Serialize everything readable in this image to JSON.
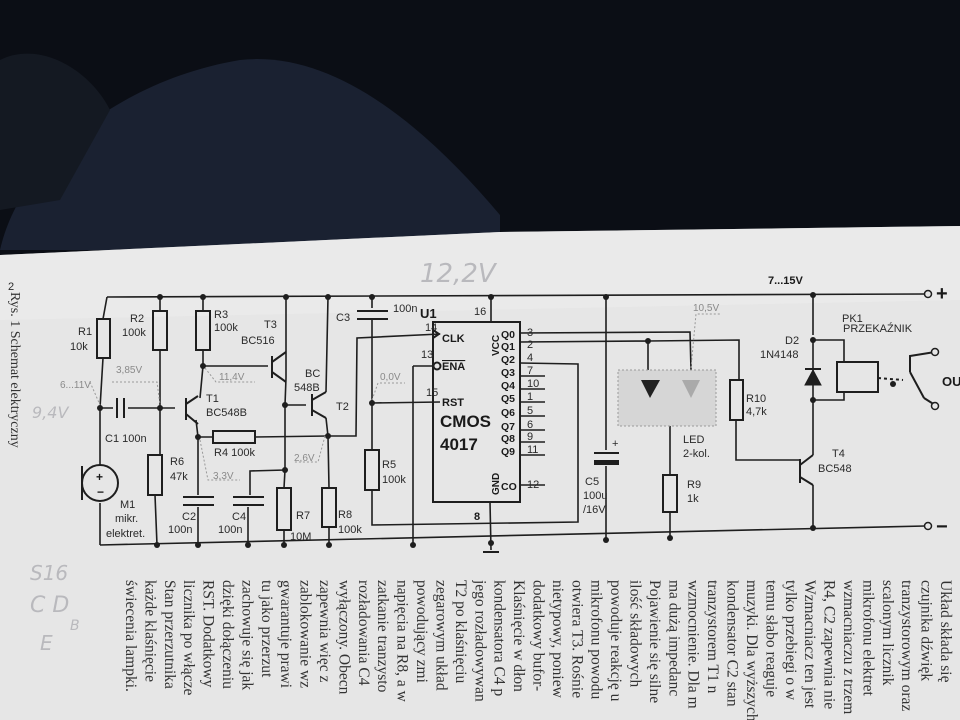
{
  "caption": "Rys. 1 Schemat elektryczny",
  "page_number": "2",
  "handwritten": {
    "supply_note": "12,2V",
    "mic_note": "9,4V",
    "margin_1": "S16",
    "margin_2": "C D",
    "margin_3": "B",
    "margin_4": "E"
  },
  "supply": {
    "label": "7...15V",
    "plus": "+",
    "minus": "−"
  },
  "components": {
    "R1": [
      "R1",
      "10k"
    ],
    "R2": [
      "R2",
      "100k"
    ],
    "R3": [
      "R3",
      "100k"
    ],
    "R4": "R4 100k",
    "R5": [
      "R5",
      "100k"
    ],
    "R6": [
      "R6",
      "47k"
    ],
    "R7": [
      "R7",
      "10M"
    ],
    "R8": [
      "R8",
      "100k"
    ],
    "R9": [
      "R9",
      "1k"
    ],
    "R10": [
      "R10",
      "4,7k"
    ],
    "C1": "C1 100n",
    "C2": [
      "C2",
      "100n"
    ],
    "C3": [
      "C3",
      "100n"
    ],
    "C4": [
      "C4",
      "100n"
    ],
    "C5": [
      "C5",
      "100u",
      "/16V"
    ],
    "T1": [
      "T1",
      "BC548B"
    ],
    "T2": [
      "BC",
      "548B",
      "T2"
    ],
    "T3": [
      "T3",
      "BC516"
    ],
    "T4": [
      "T4",
      "BC548"
    ],
    "D2": [
      "D2",
      "1N4148"
    ],
    "M1": [
      "M1",
      "mikr.",
      "elektret."
    ],
    "LED": [
      "LED",
      "2-kol."
    ],
    "PK1": [
      "PK1",
      "PRZEKAŹNIK"
    ],
    "out": "OU"
  },
  "voltages": {
    "v1": "6...11V",
    "v2": "3,85V",
    "v3": "11,4V",
    "v4": "0,0V",
    "v5": "2,6V",
    "v6": "3,3V",
    "v7": "10,5V"
  },
  "ic": {
    "name": "U1",
    "type": [
      "CMOS",
      "4017"
    ],
    "left_pins": [
      {
        "num": "14",
        "name": "CLK"
      },
      {
        "num": "13",
        "name": "ENA"
      },
      {
        "num": "15",
        "name": "RST"
      }
    ],
    "vcc": {
      "num": "16",
      "name": "VCC"
    },
    "gnd": {
      "num": "8",
      "name": "GND"
    },
    "right_pins": [
      {
        "num": "3",
        "name": "Q0"
      },
      {
        "num": "2",
        "name": "Q1"
      },
      {
        "num": "4",
        "name": "Q2"
      },
      {
        "num": "7",
        "name": "Q3"
      },
      {
        "num": "10",
        "name": "Q4"
      },
      {
        "num": "1",
        "name": "Q5"
      },
      {
        "num": "5",
        "name": "Q6"
      },
      {
        "num": "6",
        "name": "Q7"
      },
      {
        "num": "9",
        "name": "Q8"
      },
      {
        "num": "11",
        "name": "Q9"
      },
      {
        "num": "12",
        "name": "CO"
      }
    ]
  },
  "body_lines": [
    "Układ składa się",
    "czujnika dźwięk",
    "tranzystorowym oraz",
    "scalonym licznik",
    "mikrofonu elektret",
    "wzmacniaczu z trzem",
    "R4, C2 zapewnia nie",
    "Wzmacniacz ten jest",
    "tylko przebiegi o w",
    "temu słabo reaguje",
    "muzyki. Dla wyższych",
    "kondensator C2 stan",
    "tranzystorem T1 n",
    "wzmocnienie. Dla m",
    "ma dużą impedanc",
    "Pojawienie się silne",
    "ilość składowych",
    "powoduje reakcję u",
    "mikrofonu powodu",
    "otwiera T3. Rośnie",
    "nietypowy, poniew",
    "dodatkowy bufor-",
    "Klaśnięcie w dłon",
    "kondensatora C4 p",
    "jego rozładowywan",
    "T2 po klaśnięciu",
    "zegarowym układ",
    "powodujący zmi",
    "napięcia na R8, a w",
    "zatkanie tranzysto",
    "rozładowania C4",
    "wyłączony. Obecn",
    "zapewnia więc z",
    "zablokowanie wz",
    "gwarantuje prawi",
    "tu jako przerzut",
    "zachowuje się jak",
    "dzięki dołączeniu",
    "RST. Dodatkowy",
    "licznika po włącze",
    "Stan przerzutnika",
    "każde klaśnięcie",
    "świecenia lampki."
  ]
}
